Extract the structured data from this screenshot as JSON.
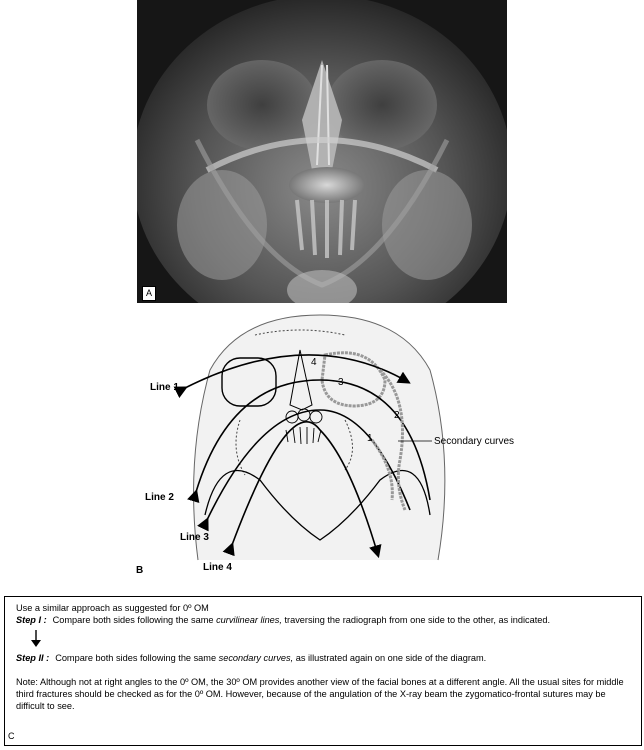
{
  "panels": {
    "a_label": "A",
    "b_label": "B",
    "c_label": "C"
  },
  "diagram": {
    "lines": [
      "Line 1",
      "Line 2",
      "Line 3",
      "Line 4"
    ],
    "secondary_curves_label": "Secondary curves",
    "curve_numbers": [
      "1",
      "2",
      "3",
      "4"
    ]
  },
  "caption": {
    "intro": "Use a similar approach as suggested for 0º OM",
    "step1_label": "Step I :",
    "step1_pre": "Compare both sides following the same ",
    "step1_em": "curvilinear lines,",
    "step1_post": " traversing the radiograph from one side to the other, as indicated.",
    "step2_label": "Step II :",
    "step2_pre": "Compare both sides following the same ",
    "step2_em": "secondary curves,",
    "step2_post": " as illustrated again on one side of the diagram.",
    "note": "Note:  Although not at right angles to the 0º OM, the 30º OM provides another view of the facial bones at a different angle. All the usual sites for middle third fractures should be checked as for the 0º OM. However, because of the angulation of the X-ray beam the zygomatico-frontal sutures may be difficult to see."
  }
}
